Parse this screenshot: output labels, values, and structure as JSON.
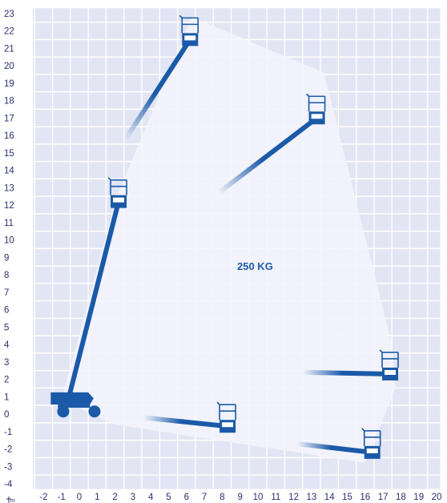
{
  "load_label": "250 KG",
  "unit_label": "m",
  "axes": {
    "x_ticks": [
      "-2",
      "-1",
      "0",
      "1",
      "2",
      "3",
      "4",
      "5",
      "6",
      "7",
      "8",
      "9",
      "10",
      "11",
      "12",
      "13",
      "14",
      "15",
      "16",
      "17",
      "18",
      "19",
      "20"
    ],
    "y_ticks": [
      "23",
      "22",
      "21",
      "20",
      "19",
      "18",
      "17",
      "16",
      "15",
      "14",
      "13",
      "12",
      "11",
      "10",
      "9",
      "8",
      "7",
      "6",
      "5",
      "4",
      "3",
      "2",
      "1",
      "0",
      "-1",
      "-2",
      "-3",
      "-4"
    ]
  },
  "working_envelope": [
    [
      2.1,
      12.5
    ],
    [
      6.3,
      22.8
    ],
    [
      13.7,
      19.6
    ],
    [
      17.5,
      4.0
    ],
    [
      17.7,
      1.5
    ],
    [
      16.0,
      -2.8
    ],
    [
      2.0,
      -0.6
    ],
    [
      -1.0,
      0.8
    ],
    [
      2.1,
      12.5
    ]
  ],
  "boom_positions": [
    {
      "name": "stowed-high",
      "base": [
        -0.6,
        0.9
      ],
      "platform": [
        2.2,
        12.2
      ]
    },
    {
      "name": "max-height",
      "from": [
        2.6,
        15.8
      ],
      "platform": [
        6.2,
        21.5
      ]
    },
    {
      "name": "mid-reach",
      "from": [
        7.8,
        12.7
      ],
      "platform": [
        13.3,
        17.0
      ]
    },
    {
      "name": "max-reach-high",
      "from": [
        12.5,
        2.4
      ],
      "platform": [
        17.4,
        2.3
      ]
    },
    {
      "name": "max-reach-low",
      "from": [
        3.6,
        -0.2
      ],
      "platform": [
        8.3,
        -0.7
      ]
    },
    {
      "name": "below-ground",
      "from": [
        12.2,
        -1.7
      ],
      "platform": [
        16.4,
        -2.2
      ]
    }
  ],
  "colors": {
    "grid_bg": "#e2e5f3",
    "grid_line": "#ffffff",
    "envelope": "#f3f5fb",
    "boom": "#1a5aa8",
    "text": "#2b2f6e"
  }
}
